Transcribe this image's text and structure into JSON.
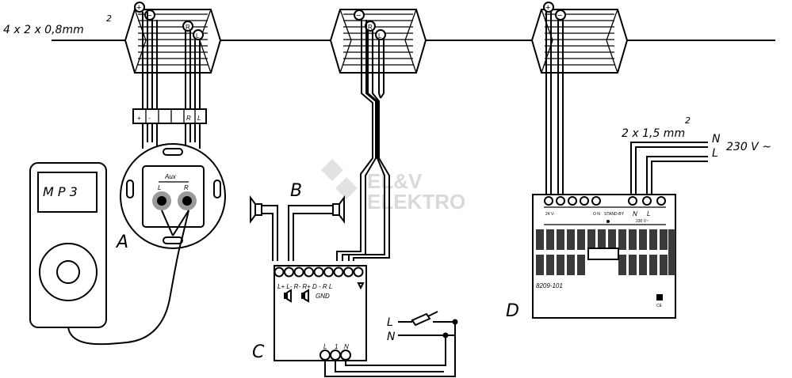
{
  "cable_bus": {
    "label": "4 x 2 x 0,8mm",
    "exponent": "2"
  },
  "mains_cable": {
    "label": "2 x 1,5 mm",
    "exponent": "2"
  },
  "mains_supply": {
    "n_label": "N",
    "l_label": "L",
    "voltage": "230 V ~"
  },
  "mp3_player": {
    "screen_text": "M P  3"
  },
  "socket_a": {
    "letter": "A",
    "aux_label": "Aux",
    "left_jack": "L",
    "right_jack": "R",
    "terminal_labels": [
      "+",
      "-",
      "R",
      "L"
    ]
  },
  "speakers": {
    "letter": "B"
  },
  "amplifier_c": {
    "letter": "C",
    "top_terminals": "L+ L- R- R+ D  -  R  L",
    "gnd_label": "GND",
    "bottom_terminals": [
      "L",
      "1",
      "N"
    ]
  },
  "switch_lines": {
    "l_label": "L",
    "n_label": "N"
  },
  "power_unit_d": {
    "letter": "D",
    "model": "8209-101",
    "n_label": "N",
    "l_label": "L",
    "on_label": "O N",
    "standby_label": "STAND-BY",
    "ce_mark": "CE",
    "voltage_small": "230 V~",
    "out_label": "24 V-"
  },
  "watermark": {
    "line1": "EL&V",
    "line2": "ELEKTRO"
  },
  "bus_terminal_symbols": {
    "plus": "+",
    "minus": "−",
    "r": "R",
    "l": "L"
  }
}
